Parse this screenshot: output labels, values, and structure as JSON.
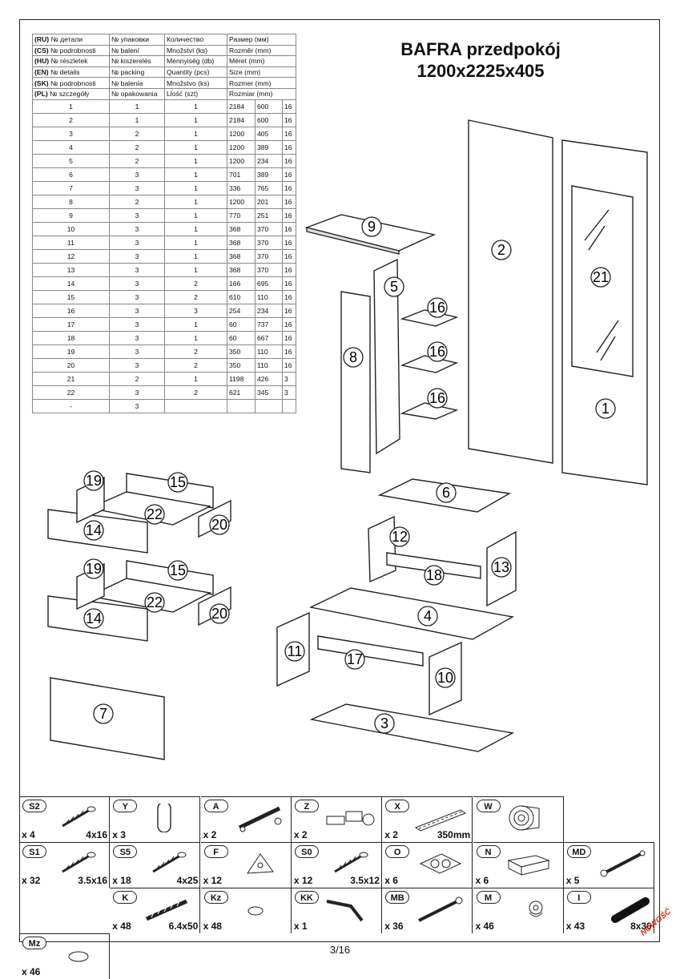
{
  "title": {
    "line1": "BAFRA przedpokój",
    "line2": "1200x2225x405"
  },
  "table": {
    "headers": [
      {
        "code": "(RU)",
        "detail": "№ детали",
        "pack": "№ упаковки",
        "qty": "Количество",
        "size": "Размер  (мм)"
      },
      {
        "code": "(CS)",
        "detail": "№ podrobnosti",
        "pack": "№ balení",
        "qty": "Množství (ks)",
        "size": "Rozměr (mm)"
      },
      {
        "code": "(HU)",
        "detail": "№ részletek",
        "pack": "№ kiszerelés",
        "qty": "Mennyiség (db)",
        "size": "Méret (mm)"
      },
      {
        "code": "(EN)",
        "detail": "№ details",
        "pack": "№ packing",
        "qty": "Quantity (pcs)",
        "size": "Size (mm)"
      },
      {
        "code": "(SK)",
        "detail": "№ podrobnosti",
        "pack": "№ balenia",
        "qty": "Množstvo (ks)",
        "size": "Rozmer (mm)"
      },
      {
        "code": "(PL)",
        "detail": "№ szczegóły",
        "pack": "№ opakowania",
        "qty": "Llość (szt)",
        "size": "Rozmiar (mm)"
      }
    ],
    "rows": [
      [
        "1",
        "1",
        "1",
        "2184",
        "600",
        "16"
      ],
      [
        "2",
        "1",
        "1",
        "2184",
        "600",
        "16"
      ],
      [
        "3",
        "2",
        "1",
        "1200",
        "405",
        "16"
      ],
      [
        "4",
        "2",
        "1",
        "1200",
        "389",
        "16"
      ],
      [
        "5",
        "2",
        "1",
        "1200",
        "234",
        "16"
      ],
      [
        "6",
        "3",
        "1",
        "701",
        "389",
        "16"
      ],
      [
        "7",
        "3",
        "1",
        "336",
        "765",
        "16"
      ],
      [
        "8",
        "2",
        "1",
        "1200",
        "201",
        "16"
      ],
      [
        "9",
        "3",
        "1",
        "770",
        "251",
        "16"
      ],
      [
        "10",
        "3",
        "1",
        "368",
        "370",
        "16"
      ],
      [
        "11",
        "3",
        "1",
        "368",
        "370",
        "16"
      ],
      [
        "12",
        "3",
        "1",
        "368",
        "370",
        "16"
      ],
      [
        "13",
        "3",
        "1",
        "368",
        "370",
        "16"
      ],
      [
        "14",
        "3",
        "2",
        "166",
        "695",
        "16"
      ],
      [
        "15",
        "3",
        "2",
        "610",
        "110",
        "16"
      ],
      [
        "16",
        "3",
        "3",
        "254",
        "234",
        "16"
      ],
      [
        "17",
        "3",
        "1",
        "60",
        "737",
        "16"
      ],
      [
        "18",
        "3",
        "1",
        "60",
        "667",
        "16"
      ],
      [
        "19",
        "3",
        "2",
        "350",
        "110",
        "16"
      ],
      [
        "20",
        "3",
        "2",
        "350",
        "110",
        "16"
      ],
      [
        "21",
        "2",
        "1",
        "1198",
        "426",
        "3"
      ],
      [
        "22",
        "3",
        "2",
        "621",
        "345",
        "3"
      ],
      [
        "-",
        "3",
        "",
        "",
        "",
        ""
      ]
    ]
  },
  "part_labels": [
    "1",
    "2",
    "3",
    "4",
    "5",
    "6",
    "7",
    "8",
    "9",
    "10",
    "11",
    "12",
    "13",
    "14",
    "15",
    "16",
    "17",
    "18",
    "19",
    "20",
    "21",
    "22"
  ],
  "hardware": [
    {
      "code": "S2",
      "qty": "x 4",
      "size": "4x16",
      "icon": "screw-icon"
    },
    {
      "code": "Y",
      "qty": "x 3",
      "size": "",
      "icon": "hook-icon"
    },
    {
      "code": "A",
      "qty": "x 2",
      "size": "",
      "icon": "rod-holder-icon"
    },
    {
      "code": "Z",
      "qty": "x 2",
      "size": "",
      "icon": "hinge-icon"
    },
    {
      "code": "X",
      "qty": "x 2",
      "size": "350mm",
      "icon": "drawer-slide-icon"
    },
    {
      "code": "W",
      "qty": "",
      "size": "",
      "icon": "tape-roll-icon"
    },
    {
      "code": "S1",
      "qty": "x 32",
      "size": "3.5x16",
      "icon": "screw-icon"
    },
    {
      "code": "S5",
      "qty": "x 18",
      "size": "4x25",
      "icon": "screw-icon"
    },
    {
      "code": "F",
      "qty": "x 12",
      "size": "",
      "icon": "corner-bracket-icon"
    },
    {
      "code": "S0",
      "qty": "x 12",
      "size": "3.5x12",
      "icon": "screw-icon"
    },
    {
      "code": "O",
      "qty": "x 6",
      "size": "",
      "icon": "double-cap-icon"
    },
    {
      "code": "N",
      "qty": "x 6",
      "size": "",
      "icon": "block-icon"
    },
    {
      "code": "MD",
      "qty": "x 5",
      "size": "",
      "icon": "connector-bolt-icon"
    },
    {
      "code": "K",
      "qty": "x 48",
      "size": "6.4x50",
      "icon": "confirmat-screw-icon"
    },
    {
      "code": "Kz",
      "qty": "x 48",
      "size": "",
      "icon": "cap-icon"
    },
    {
      "code": "KK",
      "qty": "x 1",
      "size": "",
      "icon": "hex-key-icon"
    },
    {
      "code": "MB",
      "qty": "x 36",
      "size": "",
      "icon": "bolt-icon"
    },
    {
      "code": "M",
      "qty": "x 46",
      "size": "",
      "icon": "cam-lock-icon"
    },
    {
      "code": "Mz",
      "qty": "x 46",
      "size": "",
      "icon": "cam-cap-icon"
    },
    {
      "code": "I",
      "qty": "x 43",
      "size": "8x30",
      "icon": "dowel-icon"
    }
  ],
  "footer": {
    "page": "3/16",
    "badge": "NOWOŚĆ"
  }
}
